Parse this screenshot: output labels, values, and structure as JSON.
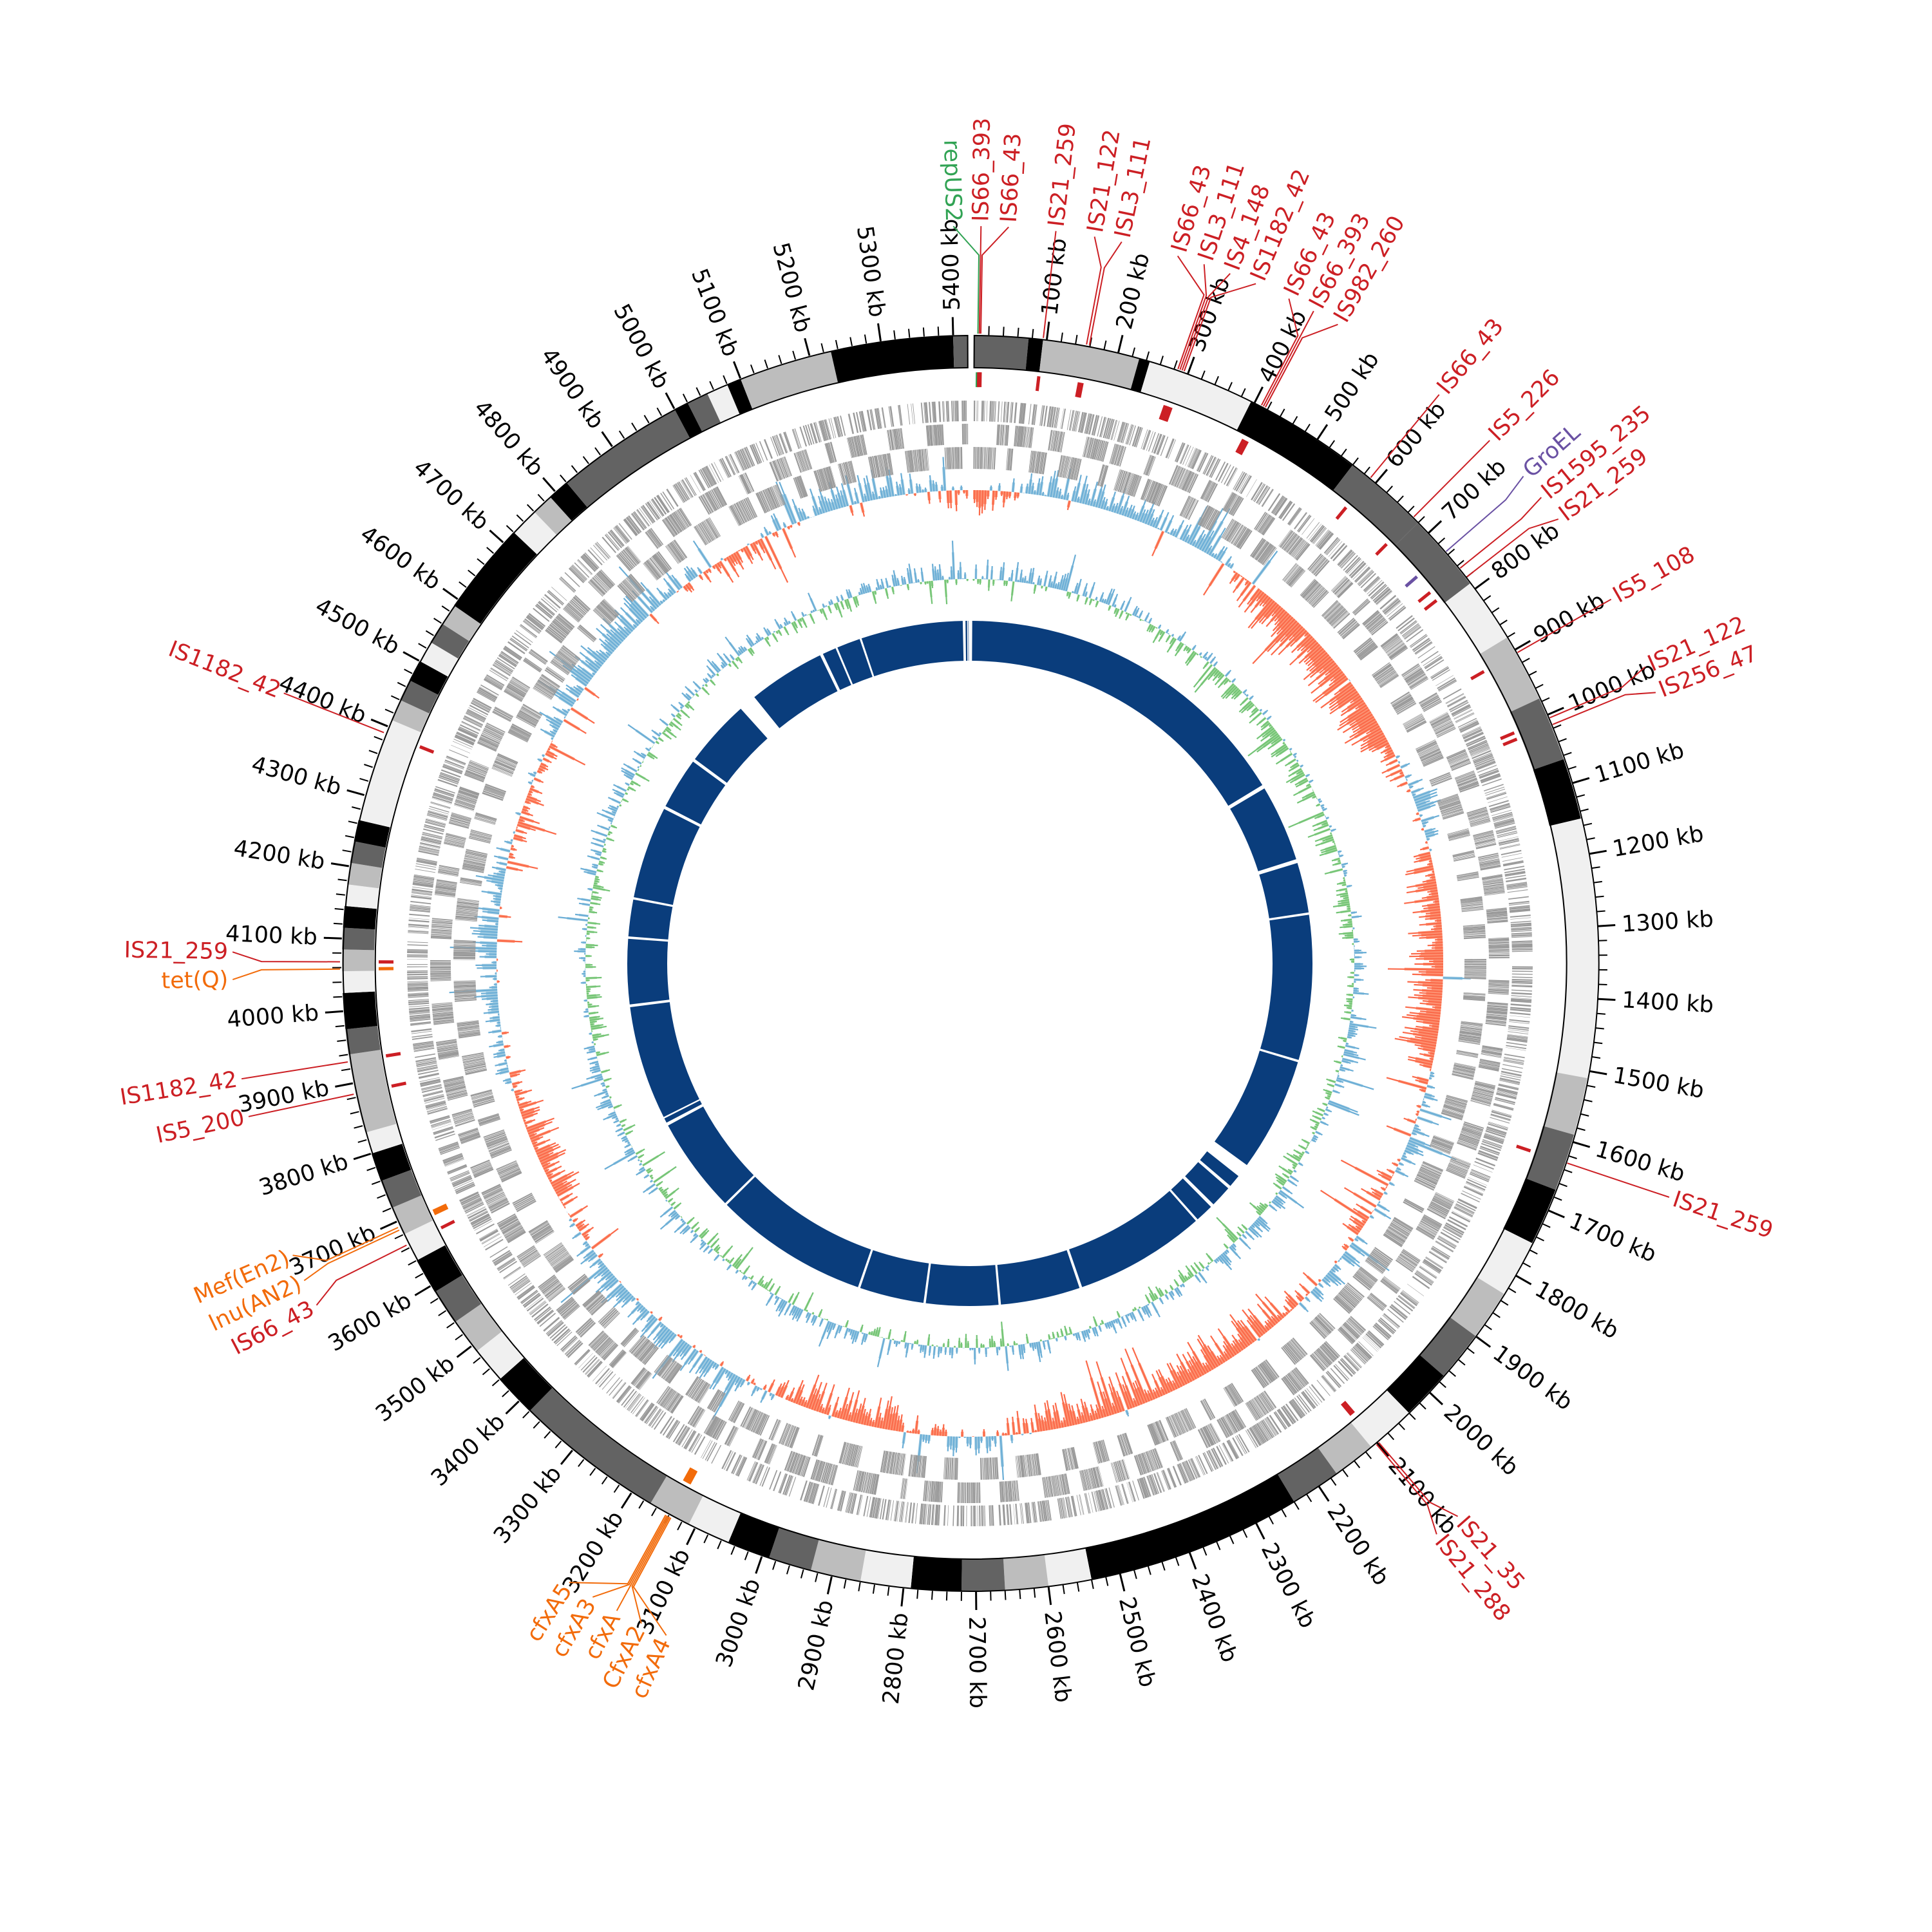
{
  "chart_data": {
    "type": "circular-genome",
    "genome_length_kb": 5420,
    "ticks": [
      {
        "kb": 100,
        "label": "100 kb"
      },
      {
        "kb": 200,
        "label": "200 kb"
      },
      {
        "kb": 300,
        "label": "300 kb"
      },
      {
        "kb": 400,
        "label": "400 kb"
      },
      {
        "kb": 500,
        "label": "500 kb"
      },
      {
        "kb": 600,
        "label": "600 kb"
      },
      {
        "kb": 700,
        "label": "700 kb"
      },
      {
        "kb": 800,
        "label": "800 kb"
      },
      {
        "kb": 900,
        "label": "900 kb"
      },
      {
        "kb": 1000,
        "label": "1000 kb"
      },
      {
        "kb": 1100,
        "label": "1100 kb"
      },
      {
        "kb": 1200,
        "label": "1200 kb"
      },
      {
        "kb": 1300,
        "label": "1300 kb"
      },
      {
        "kb": 1400,
        "label": "1400 kb"
      },
      {
        "kb": 1500,
        "label": "1500 kb"
      },
      {
        "kb": 1600,
        "label": "1600 kb"
      },
      {
        "kb": 1700,
        "label": "1700 kb"
      },
      {
        "kb": 1800,
        "label": "1800 kb"
      },
      {
        "kb": 1900,
        "label": "1900 kb"
      },
      {
        "kb": 2000,
        "label": "2000 kb"
      },
      {
        "kb": 2100,
        "label": "2100 kb"
      },
      {
        "kb": 2200,
        "label": "2200 kb"
      },
      {
        "kb": 2300,
        "label": "2300 kb"
      },
      {
        "kb": 2400,
        "label": "2400 kb"
      },
      {
        "kb": 2500,
        "label": "2500 kb"
      },
      {
        "kb": 2600,
        "label": "2600 kb"
      },
      {
        "kb": 2700,
        "label": "2700 kb"
      },
      {
        "kb": 2800,
        "label": "2800 kb"
      },
      {
        "kb": 2900,
        "label": "2900 kb"
      },
      {
        "kb": 3000,
        "label": "3000 kb"
      },
      {
        "kb": 3100,
        "label": "3100 kb"
      },
      {
        "kb": 3200,
        "label": "3200 kb"
      },
      {
        "kb": 3300,
        "label": "3300 kb"
      },
      {
        "kb": 3400,
        "label": "3400 kb"
      },
      {
        "kb": 3500,
        "label": "3500 kb"
      },
      {
        "kb": 3600,
        "label": "3600 kb"
      },
      {
        "kb": 3700,
        "label": "3700 kb"
      },
      {
        "kb": 3800,
        "label": "3800 kb"
      },
      {
        "kb": 3900,
        "label": "3900 kb"
      },
      {
        "kb": 4000,
        "label": "4000 kb"
      },
      {
        "kb": 4100,
        "label": "4100 kb"
      },
      {
        "kb": 4200,
        "label": "4200 kb"
      },
      {
        "kb": 4300,
        "label": "4300 kb"
      },
      {
        "kb": 4400,
        "label": "4400 kb"
      },
      {
        "kb": 4500,
        "label": "4500 kb"
      },
      {
        "kb": 4600,
        "label": "4600 kb"
      },
      {
        "kb": 4700,
        "label": "4700 kb"
      },
      {
        "kb": 4800,
        "label": "4800 kb"
      },
      {
        "kb": 4900,
        "label": "4900 kb"
      },
      {
        "kb": 5000,
        "label": "5000 kb"
      },
      {
        "kb": 5100,
        "label": "5100 kb"
      },
      {
        "kb": 5200,
        "label": "5200 kb"
      },
      {
        "kb": 5300,
        "label": "5300 kb"
      },
      {
        "kb": 5400,
        "label": "5400 kb"
      }
    ],
    "ideogram_bands": [
      [
        0,
        75,
        "#636363"
      ],
      [
        75,
        95,
        "#000000"
      ],
      [
        95,
        230,
        "#bdbdbd"
      ],
      [
        230,
        245,
        "#000000"
      ],
      [
        245,
        395,
        "#f0f0f0"
      ],
      [
        395,
        560,
        "#000000"
      ],
      [
        560,
        680,
        "#636363"
      ],
      [
        680,
        790,
        "#636363"
      ],
      [
        790,
        880,
        "#f0f0f0"
      ],
      [
        880,
        975,
        "#bdbdbd"
      ],
      [
        975,
        1065,
        "#636363"
      ],
      [
        1065,
        1150,
        "#000000"
      ],
      [
        1150,
        1510,
        "#f0f0f0"
      ],
      [
        1510,
        1590,
        "#bdbdbd"
      ],
      [
        1590,
        1670,
        "#636363"
      ],
      [
        1670,
        1750,
        "#000000"
      ],
      [
        1750,
        1830,
        "#f0f0f0"
      ],
      [
        1830,
        1900,
        "#bdbdbd"
      ],
      [
        1900,
        1970,
        "#636363"
      ],
      [
        1970,
        2040,
        "#000000"
      ],
      [
        2040,
        2110,
        "#f0f0f0"
      ],
      [
        2110,
        2170,
        "#bdbdbd"
      ],
      [
        2170,
        2240,
        "#636363"
      ],
      [
        2240,
        2540,
        "#000000"
      ],
      [
        2540,
        2600,
        "#f0f0f0"
      ],
      [
        2600,
        2660,
        "#bdbdbd"
      ],
      [
        2660,
        2720,
        "#636363"
      ],
      [
        2720,
        2790,
        "#000000"
      ],
      [
        2790,
        2860,
        "#f0f0f0"
      ],
      [
        2860,
        2930,
        "#bdbdbd"
      ],
      [
        2930,
        2990,
        "#636363"
      ],
      [
        2990,
        3050,
        "#000000"
      ],
      [
        3050,
        3110,
        "#f0f0f0"
      ],
      [
        3110,
        3170,
        "#bdbdbd"
      ],
      [
        3170,
        3380,
        "#636363"
      ],
      [
        3380,
        3440,
        "#000000"
      ],
      [
        3440,
        3490,
        "#f0f0f0"
      ],
      [
        3490,
        3540,
        "#bdbdbd"
      ],
      [
        3540,
        3590,
        "#636363"
      ],
      [
        3590,
        3640,
        "#000000"
      ],
      [
        3640,
        3680,
        "#f0f0f0"
      ],
      [
        3680,
        3720,
        "#bdbdbd"
      ],
      [
        3720,
        3760,
        "#636363"
      ],
      [
        3760,
        3800,
        "#000000"
      ],
      [
        3800,
        3830,
        "#f0f0f0"
      ],
      [
        3830,
        3940,
        "#bdbdbd"
      ],
      [
        3940,
        3975,
        "#636363"
      ],
      [
        3975,
        4025,
        "#000000"
      ],
      [
        4025,
        4055,
        "#f0f0f0"
      ],
      [
        4055,
        4085,
        "#bdbdbd"
      ],
      [
        4085,
        4115,
        "#636363"
      ],
      [
        4115,
        4145,
        "#000000"
      ],
      [
        4145,
        4175,
        "#f0f0f0"
      ],
      [
        4175,
        4205,
        "#bdbdbd"
      ],
      [
        4205,
        4235,
        "#636363"
      ],
      [
        4235,
        4265,
        "#000000"
      ],
      [
        4265,
        4410,
        "#f0f0f0"
      ],
      [
        4410,
        4440,
        "#bdbdbd"
      ],
      [
        4440,
        4470,
        "#636363"
      ],
      [
        4470,
        4500,
        "#000000"
      ],
      [
        4500,
        4530,
        "#f0f0f0"
      ],
      [
        4530,
        4560,
        "#636363"
      ],
      [
        4560,
        4590,
        "#bdbdbd"
      ],
      [
        4590,
        4720,
        "#000000"
      ],
      [
        4720,
        4760,
        "#f0f0f0"
      ],
      [
        4760,
        4790,
        "#bdbdbd"
      ],
      [
        4790,
        4820,
        "#000000"
      ],
      [
        4820,
        5000,
        "#636363"
      ],
      [
        5000,
        5020,
        "#000000"
      ],
      [
        5020,
        5050,
        "#636363"
      ],
      [
        5050,
        5080,
        "#f0f0f0"
      ],
      [
        5080,
        5100,
        "#000000"
      ],
      [
        5100,
        5230,
        "#bdbdbd"
      ],
      [
        5230,
        5400,
        "#000000"
      ],
      [
        5400,
        5420,
        "#636363"
      ]
    ],
    "features": [
      {
        "kb": 5,
        "label": "repUS2",
        "type": "replicon"
      },
      {
        "kb": 7,
        "label": "IS66_393",
        "type": "IS"
      },
      {
        "kb": 9,
        "label": "IS66_43",
        "type": "IS"
      },
      {
        "kb": 95,
        "label": "IS21_259",
        "type": "IS"
      },
      {
        "kb": 155,
        "label": "IS21_122",
        "type": "IS"
      },
      {
        "kb": 159,
        "label": "ISL3_111",
        "type": "IS"
      },
      {
        "kb": 285,
        "label": "IS66_43",
        "type": "IS"
      },
      {
        "kb": 288,
        "label": "ISL3_111",
        "type": "IS"
      },
      {
        "kb": 291,
        "label": "IS4_148",
        "type": "IS"
      },
      {
        "kb": 294,
        "label": "IS1182_42",
        "type": "IS"
      },
      {
        "kb": 410,
        "label": "IS66_43",
        "type": "IS"
      },
      {
        "kb": 413,
        "label": "IS66_393",
        "type": "IS"
      },
      {
        "kb": 416,
        "label": "IS982_260",
        "type": "IS"
      },
      {
        "kb": 590,
        "label": "IS66_43",
        "type": "IS"
      },
      {
        "kb": 670,
        "label": "IS5_226",
        "type": "IS"
      },
      {
        "kb": 735,
        "label": "GroEL",
        "type": "virulence"
      },
      {
        "kb": 765,
        "label": "IS1595_235",
        "type": "IS"
      },
      {
        "kb": 780,
        "label": "IS21_259",
        "type": "IS"
      },
      {
        "kb": 905,
        "label": "IS5_108",
        "type": "IS"
      },
      {
        "kb": 1005,
        "label": "IS21_122",
        "type": "IS"
      },
      {
        "kb": 1015,
        "label": "IS256_47",
        "type": "IS"
      },
      {
        "kb": 1630,
        "label": "IS21_259",
        "type": "IS"
      },
      {
        "kb": 2098,
        "label": "IS21_35",
        "type": "IS"
      },
      {
        "kb": 2102,
        "label": "IS21_288",
        "type": "IS"
      },
      {
        "kb": 3136,
        "label": "cfxA4",
        "type": "resistance"
      },
      {
        "kb": 3138,
        "label": "CfxA2",
        "type": "resistance"
      },
      {
        "kb": 3140,
        "label": "cfxA",
        "type": "resistance"
      },
      {
        "kb": 3142,
        "label": "cfxA3",
        "type": "resistance"
      },
      {
        "kb": 3144,
        "label": "cfxA5",
        "type": "resistance"
      },
      {
        "kb": 3665,
        "label": "IS66_43",
        "type": "IS"
      },
      {
        "kb": 3688,
        "label": "lnu(AN2)",
        "type": "resistance"
      },
      {
        "kb": 3692,
        "label": "Mef(En2)",
        "type": "resistance"
      },
      {
        "kb": 3885,
        "label": "IS5_200",
        "type": "IS"
      },
      {
        "kb": 3930,
        "label": "IS1182_42",
        "type": "IS"
      },
      {
        "kb": 4058,
        "label": "tet(Q)",
        "type": "resistance"
      },
      {
        "kb": 4068,
        "label": "IS21_259",
        "type": "IS"
      },
      {
        "kb": 4390,
        "label": "IS1182_42",
        "type": "IS"
      }
    ],
    "feature_colors": {
      "IS": "#cc1f24",
      "resistance": "#f26b0a",
      "replicon": "#31a354",
      "virulence": "#6a51a3"
    },
    "gc_skew_profile": [
      -0.5,
      0.6,
      0.3,
      0.5,
      -0.8,
      -0.9,
      -0.7,
      0.4,
      -0.6,
      -0.7,
      -0.7,
      0.5,
      -0.4,
      0.4,
      -0.6,
      -0.7,
      -0.7,
      -0.6,
      0.3,
      -0.6,
      -0.6,
      0.4,
      0.3,
      0.4,
      -0.5,
      -0.5,
      0.2,
      0.4,
      0.5,
      -0.4,
      0.3,
      0.5,
      0.5,
      -0.5,
      0.4,
      0.5,
      -0.3
    ],
    "gc_content_profile": [
      0.3,
      0.4,
      0.2,
      -0.1,
      -0.2,
      -0.3,
      -0.4,
      -0.3,
      -0.2,
      0.1,
      0.2,
      0.1,
      -0.2,
      0.2,
      0.1,
      -0.1,
      0.1,
      0.2,
      -0.2,
      0.1,
      0.2,
      0.1,
      -0.3,
      0.2,
      -0.1,
      0.2,
      -0.2,
      -0.1,
      0.1,
      0.2,
      0.1,
      -0.1,
      0.2,
      0.1,
      -0.2,
      0.2,
      0.3
    ],
    "track_colors": {
      "skew_positive_line": "#6baed6",
      "skew_positive_fill": "#9ecae1",
      "skew_negative_line": "#fb6a4a",
      "skew_negative_fill": "#fc9272",
      "gc_positive_line": "#6baed6",
      "gc_positive_fill": "#9ecae1",
      "gc_negative_line": "#74c476",
      "gc_negative_fill": "#a1d99b",
      "genes": "#9a9a9a",
      "inner_ring": "#0a3d7c"
    },
    "inner_ring_gaps": [
      [
        5405,
        5412
      ],
      [
        5416,
        5419
      ],
      [
        878,
        888
      ],
      [
        1084,
        1094
      ],
      [
        1222,
        1228
      ],
      [
        1598,
        1604
      ],
      [
        1895,
        1930
      ],
      [
        1962,
        1970
      ],
      [
        2025,
        2034
      ],
      [
        2080,
        2086
      ],
      [
        2420,
        2427
      ],
      [
        2630,
        2636
      ],
      [
        2820,
        2826
      ],
      [
        2990,
        2996
      ],
      [
        3390,
        3396
      ],
      [
        3640,
        3648
      ],
      [
        3660,
        3664
      ],
      [
        3955,
        3962
      ],
      [
        4128,
        4134
      ],
      [
        4228,
        4234
      ],
      [
        4470,
        4478
      ],
      [
        4610,
        4618
      ],
      [
        4790,
        4835
      ],
      [
        5032,
        5040
      ],
      [
        5075,
        5080
      ],
      [
        5140,
        5145
      ]
    ]
  }
}
